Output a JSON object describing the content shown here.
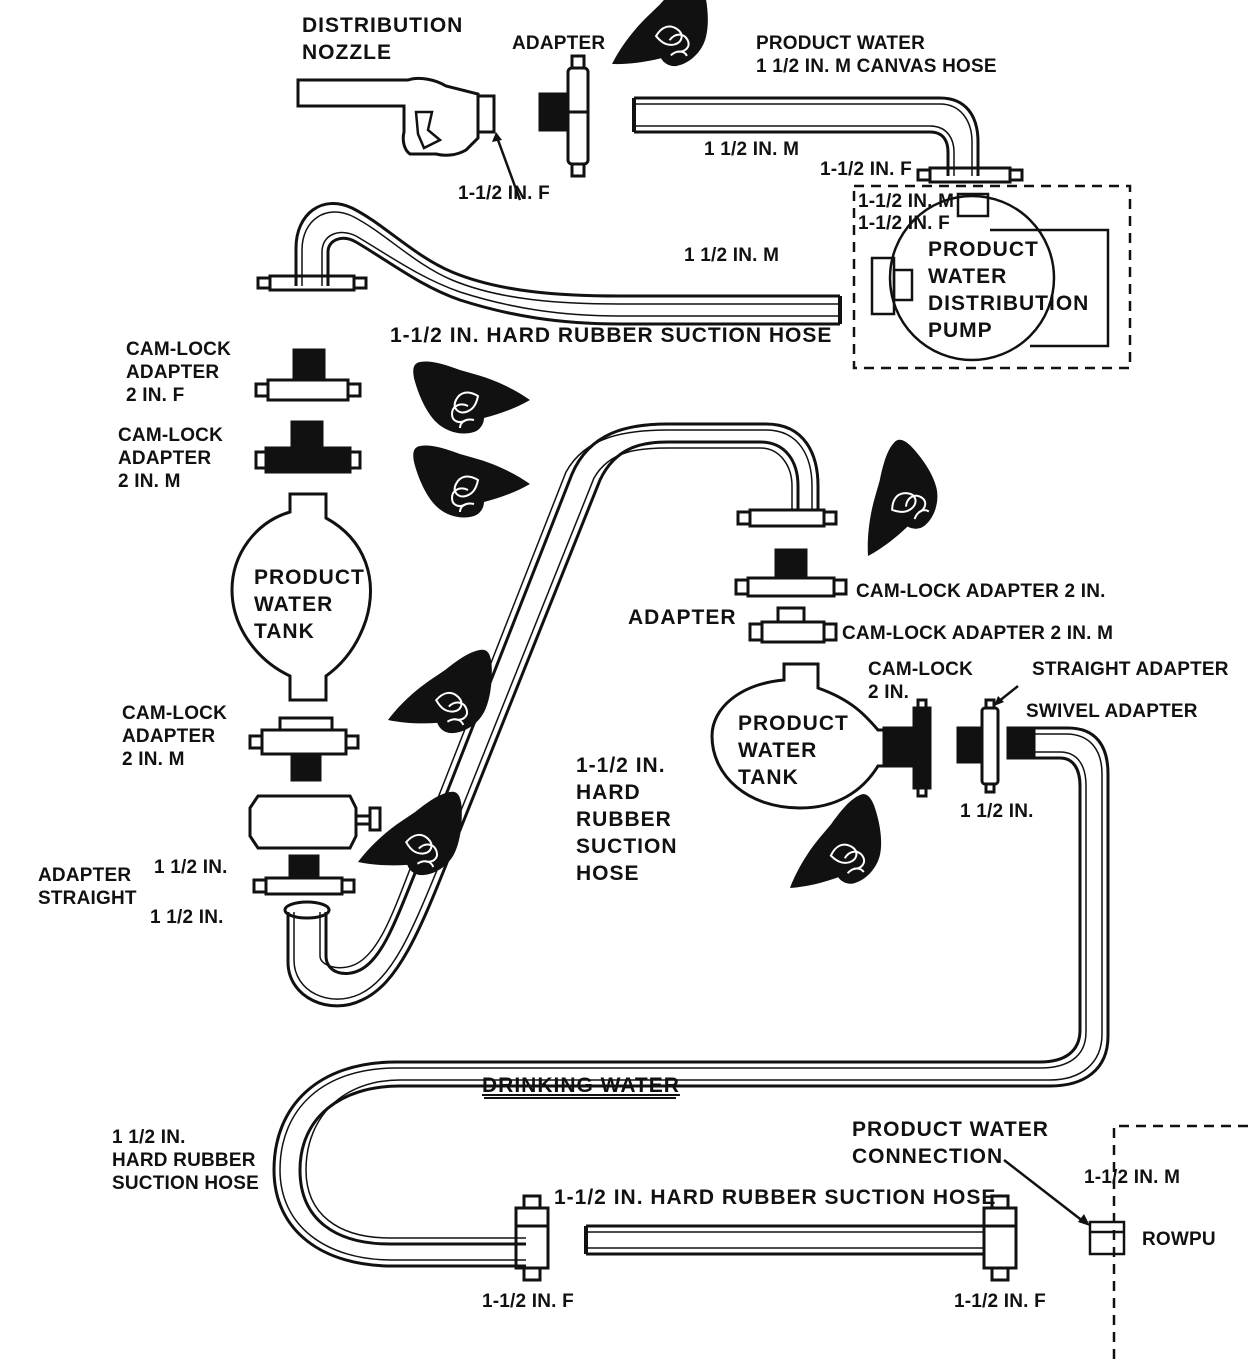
{
  "labels": {
    "distribution_nozzle": "DISTRIBUTION\nNOZZLE",
    "nozzle_thread": "1-1/2 IN. F",
    "top_adapter": "ADAPTER",
    "canvas_hose": "PRODUCT WATER\n1 1/2 IN. M CANVAS HOSE",
    "canvas_hose_m_end": "1 1/2 IN. M",
    "canvas_hose_f_end": "1-1/2 IN. F",
    "pump_inlet_m": "1-1/2 IN. M",
    "pump_inlet_f": "1-1/2 IN. F",
    "pump": "PRODUCT\nWATER\nDISTRIBUTION\nPUMP",
    "upper_suction_hose_m_end": "1 1/2 IN. M",
    "upper_suction_hose": "1-1/2 IN. HARD RUBBER SUCTION HOSE",
    "camlock_2in_f_left": "CAM-LOCK\nADAPTER\n2 IN. F",
    "camlock_2in_m_left_top": "CAM-LOCK\nADAPTER\n2 IN. M",
    "left_tank": "PRODUCT\nWATER\nTANK",
    "camlock_2in_m_left_bottom": "CAM-LOCK\nADAPTER\n2 IN. M",
    "adapter_straight": "ADAPTER\nSTRAIGHT",
    "straight_top_size": "1 1/2 IN.",
    "straight_bottom_size": "1 1/2 IN.",
    "middle_suction_hose": "1-1/2 IN.\nHARD\nRUBBER\nSUCTION\nHOSE",
    "right_adapter": "ADAPTER",
    "camlock_2in_right": "CAM-LOCK ADAPTER 2 IN.",
    "camlock_2in_m_right": "CAM-LOCK ADAPTER 2 IN. M",
    "right_tank": "PRODUCT\nWATER\nTANK",
    "camlock_2in_tank": "CAM-LOCK\n2 IN.",
    "straight_adapter": "STRAIGHT ADAPTER",
    "swivel_adapter": "SWIVEL ADAPTER",
    "swivel_size": "1 1/2 IN.",
    "drinking_water": "DRINKING WATER",
    "lower_hose_left": "1 1/2 IN.\nHARD RUBBER\nSUCTION HOSE",
    "lower_suction_hose": "1-1/2 IN. HARD RUBBER SUCTION HOSE",
    "lower_left_f": "1-1/2 IN. F",
    "lower_right_f": "1-1/2 IN. F",
    "product_water_connection": "PRODUCT WATER\nCONNECTION",
    "rowpu_m": "1-1/2 IN. M",
    "rowpu": "ROWPU"
  },
  "colors": {
    "ink": "#111111",
    "paper": "#ffffff"
  },
  "icons": [
    "pointing-hand-icon"
  ]
}
